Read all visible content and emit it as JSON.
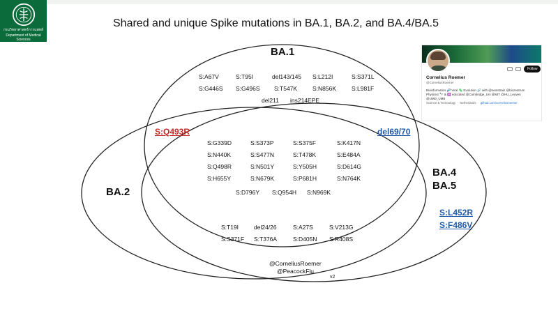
{
  "title": "Shared and unique Spike mutations in BA.1, BA.2, and BA.4/BA.5",
  "logo": {
    "text_line1": "กรมวิทยาศาสตร์การแพทย์",
    "text_line2": "Department of Medical Sciences"
  },
  "sets": {
    "ba1": "BA.1",
    "ba2": "BA.2",
    "ba45_line1": "BA.4",
    "ba45_line2": "BA.5"
  },
  "ba1_only": [
    [
      "S:A67V",
      "S:T95I",
      "del143/145",
      "S:L212I",
      "S:S371L"
    ],
    [
      "S:G446S",
      "S:G496S",
      "S:T547K",
      "S:N856K",
      "S:L981F"
    ],
    [
      "del211",
      "ins214EPE"
    ]
  ],
  "ba1_ba2": "S:Q493R",
  "ba1_ba45": "del69/70",
  "core": [
    [
      "S:G339D",
      "S:S373P",
      "S:S375F",
      "S:K417N"
    ],
    [
      "S:N440K",
      "S:S477N",
      "S:T478K",
      "S:E484A"
    ],
    [
      "S:Q498R",
      "S:N501Y",
      "S:Y505H",
      "S:D614G"
    ],
    [
      "S:H655Y",
      "S:N679K",
      "S:P681H",
      "S:N764K"
    ],
    [
      "S:D796Y",
      "S:Q954H",
      "S:N969K"
    ]
  ],
  "ba2_ba45": [
    [
      "S:T19I",
      "del24/26",
      "S:A27S",
      "S:V213G"
    ],
    [
      "S:S371F",
      "S:T376A",
      "S:D405N",
      "S:R408S"
    ]
  ],
  "ba45_only": [
    "S:L452R",
    "S:F486V"
  ],
  "credit": [
    "@CorneliusRoemer",
    "@PeacockFlu"
  ],
  "version": "v2",
  "profile": {
    "name": "Cornelius Roemer",
    "handle": "@CorneliusRoemer",
    "follow": "Follow",
    "bio": "Bioinformatics 🧬 Viral 🦠 Evolution 🔗 with @nextstrain @biozentrum Physicist 🔭 & ⚛️ educated @Cambridge_Uni @MIT @HU_Leuven @UMD_UMB",
    "meta_cat": "Science & Technology",
    "meta_loc": "Netherlands",
    "meta_link": "github.com/corneliusroemer"
  }
}
